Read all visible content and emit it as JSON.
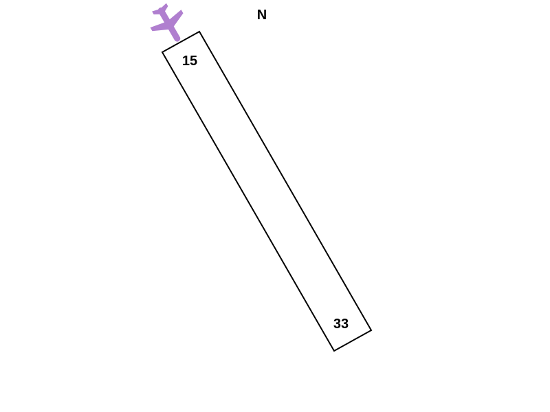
{
  "compass": {
    "north_label": "N"
  },
  "runway": {
    "end_north_number": "15",
    "end_south_number": "33",
    "outline_color": "#000000",
    "fill_color": "#ffffff"
  },
  "aircraft": {
    "icon": "airplane-icon",
    "color": "#b07fcf"
  }
}
